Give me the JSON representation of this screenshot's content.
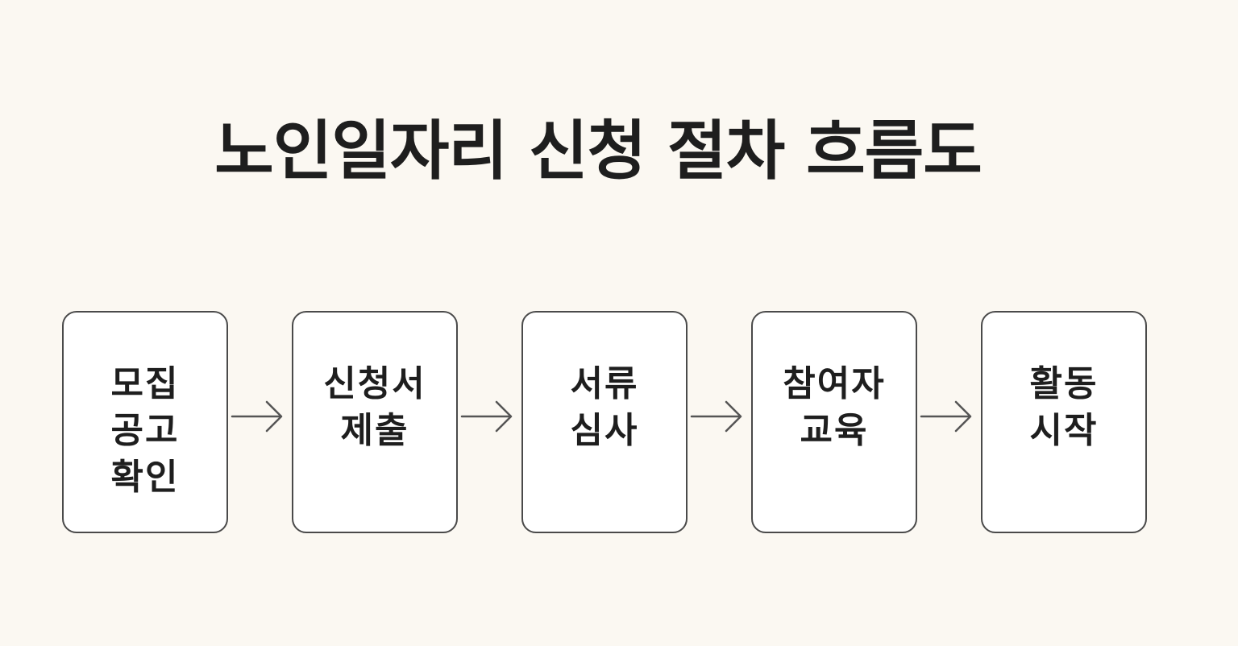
{
  "title": "노인일자리 신청 절차 흐름도",
  "steps": [
    {
      "lines": [
        "모집",
        "공고",
        "확인"
      ]
    },
    {
      "lines": [
        "신청서",
        "제출"
      ]
    },
    {
      "lines": [
        "서류",
        "심사"
      ]
    },
    {
      "lines": [
        "참여자",
        "교육"
      ]
    },
    {
      "lines": [
        "활동",
        "시작"
      ]
    }
  ],
  "colors": {
    "background": "#fbf8f2",
    "box_border": "#4a4a4a",
    "box_fill": "#ffffff",
    "arrow": "#555555",
    "text": "#1e1e1e"
  }
}
